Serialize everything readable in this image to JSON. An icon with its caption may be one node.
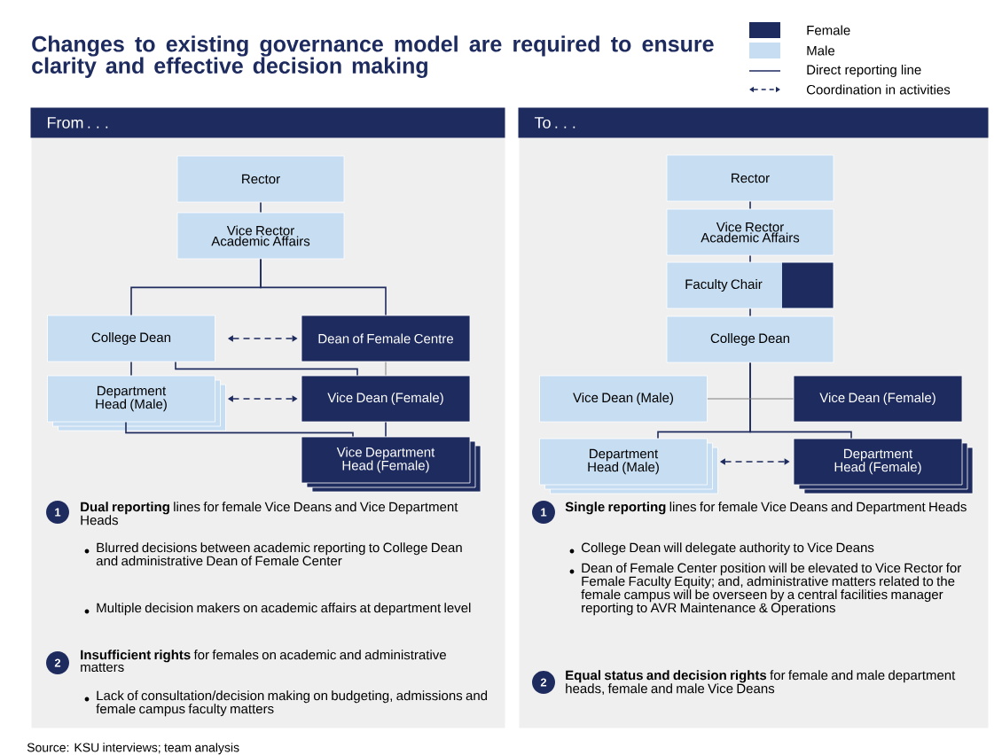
{
  "diagram": {
    "title": "Changes to existing governance model are required to ensure clarity and effective decision making",
    "nodes": [
      {
        "text": [
          "From . . ."
        ]
      },
      {
        "text": [
          "Rector"
        ],
        "in": 0
      },
      {
        "text": [
          "Vice Rector Academic Affairs"
        ],
        "in": 0
      },
      {
        "text": [
          "College Dean"
        ],
        "in": 0
      },
      {
        "text": [
          "Dean of Female Centre"
        ],
        "in": 0
      },
      {
        "text": [
          "Department Head (Male)"
        ],
        "in": 0
      },
      {
        "text": [
          "Vice Dean (Female)"
        ],
        "in": 0
      },
      {
        "text": [
          "Vice Department Head (Female)"
        ],
        "in": 0
      },
      {
        "text": [
          "1"
        ],
        "in": 0
      },
      {
        "text": [
          "2"
        ],
        "in": 0
      },
      {
        "text": [
          "To . . ."
        ]
      },
      {
        "text": [
          "Rector"
        ],
        "in": 10
      },
      {
        "text": [
          "Vice Rector Academic Affairs"
        ],
        "in": 10
      },
      {
        "text": [
          "Faculty Chair"
        ],
        "in": 10
      },
      {
        "text": [
          "College Dean"
        ],
        "in": 10
      },
      {
        "text": [
          "Vice Dean (Male)"
        ],
        "in": 10
      },
      {
        "text": [
          "Vice Dean (Female)"
        ],
        "in": 10
      },
      {
        "text": [
          "Department Head (Male)"
        ],
        "in": 10
      },
      {
        "text": [
          "Department Head (Female)"
        ],
        "in": 10
      },
      {
        "text": [
          "1"
        ],
        "in": 10
      },
      {
        "text": [
          "2"
        ],
        "in": 10
      }
    ],
    "edges": [
      {
        "from": 1,
        "to": 2,
        "arrow": "none"
      },
      {
        "from": 2,
        "to": 3,
        "arrow": "none"
      },
      {
        "from": 2,
        "to": 4,
        "arrow": "none"
      },
      {
        "from": 3,
        "to": 4,
        "arrow": "both",
        "style": "dashed"
      },
      {
        "from": 3,
        "to": 5,
        "arrow": "none"
      },
      {
        "from": 3,
        "to": 6,
        "arrow": "none"
      },
      {
        "from": 4,
        "to": 6,
        "arrow": "none",
        "color": "#808080"
      },
      {
        "from": 5,
        "to": 6,
        "arrow": "both",
        "style": "dashed"
      },
      {
        "from": 5,
        "to": 7,
        "arrow": "none"
      },
      {
        "from": 6,
        "to": 7,
        "arrow": "none"
      },
      {
        "from": 11,
        "to": 12,
        "arrow": "none"
      },
      {
        "from": 12,
        "to": 13,
        "arrow": "none"
      },
      {
        "from": 13,
        "to": 14,
        "arrow": "none"
      },
      {
        "from": 14,
        "to": 17,
        "arrow": "none"
      },
      {
        "from": 14,
        "to": 18,
        "arrow": "none"
      },
      {
        "from": 15,
        "to": 16,
        "arrow": "none",
        "color": "#808080"
      },
      {
        "from": 17,
        "to": 18,
        "arrow": "both",
        "style": "dashed"
      }
    ],
    "labels": [
      "**Dual reporting** lines for female Vice Deans and Vice Department Heads",
      "Blurred decisions between academic reporting to College Dean and administrative Dean of Female Center",
      "Multiple decision makers on academic affairs at department level",
      "**Insufficient rights** for females on academic and administrative matters",
      "Lack of consultation/decision making on budgeting, admissions and female campus faculty matters",
      "**Single reporting** lines for female Vice Deans and Department Heads",
      "College Dean will delegate authority to Vice Deans",
      "Dean of Female Center position will be elevated to Vice Rector for Female Faculty Equity; and, administrative matters related to the female campus will be overseen by a central facilities manager reporting to AVR Maintenance & Operations",
      "**Equal status and decision rights** for female and male department heads, female and male Vice Deans",
      "Source: KSU interviews; team analysis"
    ],
    "legend": [
      {
        "text": "Female",
        "color": "#1e2b5e"
      },
      {
        "text": "Male",
        "color": "#c6ddf2"
      },
      {
        "text": "Direct reporting line"
      },
      {
        "text": "Coordination in activities"
      }
    ]
  }
}
